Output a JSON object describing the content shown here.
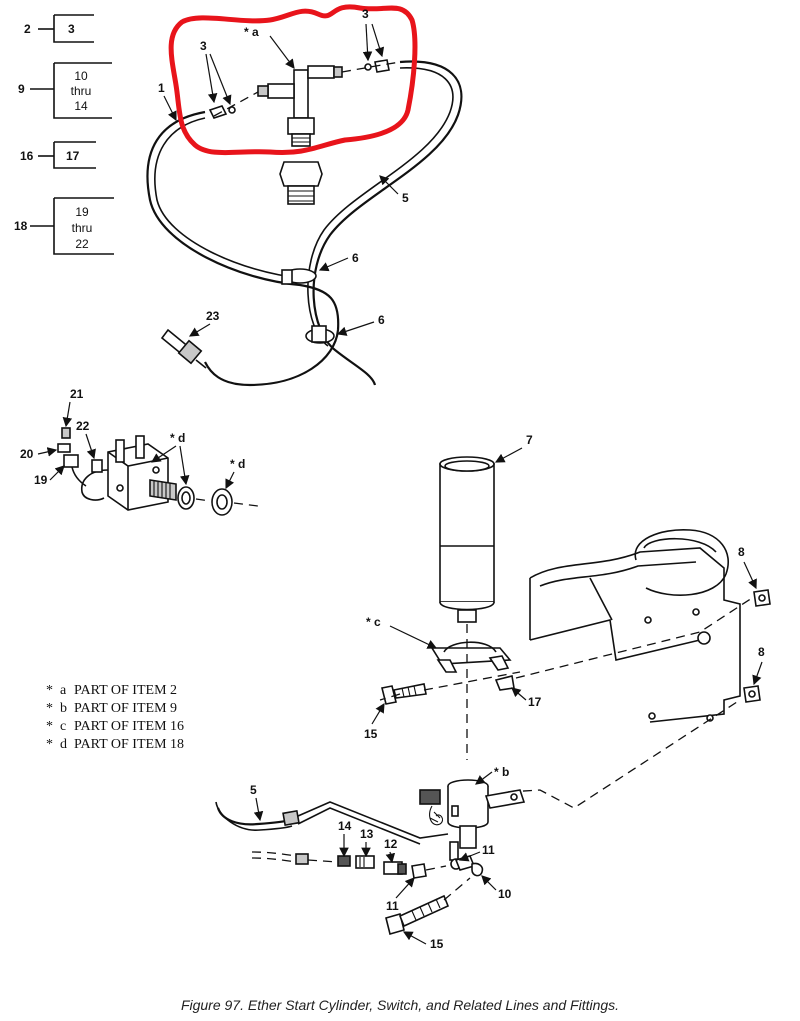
{
  "legend": {
    "rows": [
      {
        "item": "2",
        "parts": "3"
      },
      {
        "item": "9",
        "parts_line1": "10",
        "parts_line2": "thru",
        "parts_line3": "14"
      },
      {
        "item": "16",
        "parts": "17"
      },
      {
        "item": "18",
        "parts_line1": "19",
        "parts_line2": "thru",
        "parts_line3": "22"
      }
    ]
  },
  "notes": [
    {
      "mark": "*",
      "letter": "a",
      "text": "PART OF ITEM 2"
    },
    {
      "mark": "*",
      "letter": "b",
      "text": "PART OF ITEM 9"
    },
    {
      "mark": "*",
      "letter": "c",
      "text": "PART OF ITEM 16"
    },
    {
      "mark": "*",
      "letter": "d",
      "text": "PART OF ITEM 18"
    }
  ],
  "callouts": {
    "star_a": "* a",
    "star_b": "* b",
    "star_c": "* c",
    "star_d1": "* d",
    "star_d2": "* d",
    "n1": "1",
    "n3a": "3",
    "n3b": "3",
    "n5a": "5",
    "n5b": "5",
    "n6a": "6",
    "n6b": "6",
    "n7": "7",
    "n8a": "8",
    "n8b": "8",
    "n10": "10",
    "n11a": "11",
    "n11b": "11",
    "n12": "12",
    "n13": "13",
    "n14": "14",
    "n15a": "15",
    "n15b": "15",
    "n17": "17",
    "n19": "19",
    "n20": "20",
    "n21": "21",
    "n22": "22",
    "n23": "23"
  },
  "caption": "Figure 97.  Ether Start Cylinder, Switch, and Related Lines and Fittings.",
  "highlight_color": "#e8141b"
}
